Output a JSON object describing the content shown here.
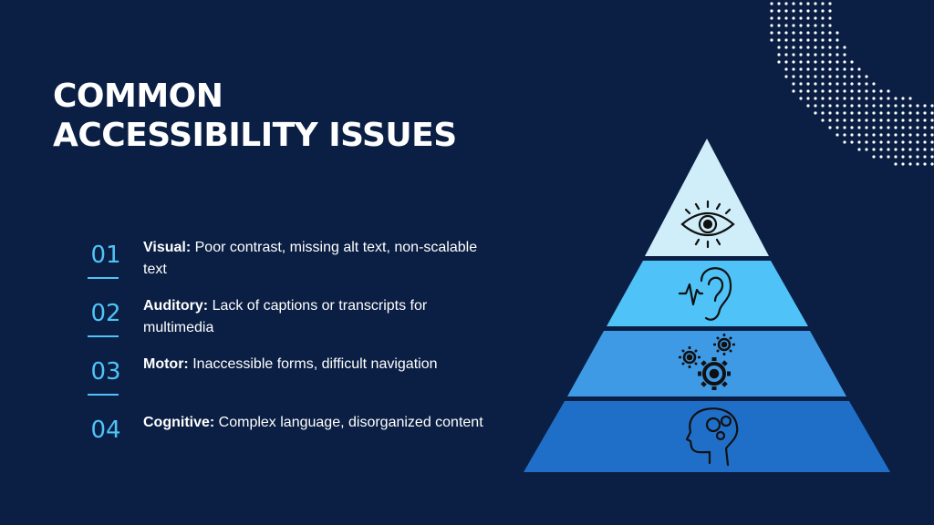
{
  "title": {
    "line1": "COMMON",
    "line2": "ACCESSIBILITY ISSUES"
  },
  "issues": [
    {
      "number": "01",
      "label": "Visual:",
      "text": "Poor contrast, missing alt text, non-scalable text",
      "icon": "eye-icon"
    },
    {
      "number": "02",
      "label": "Auditory:",
      "text": "Lack of captions or transcripts for multimedia",
      "icon": "ear-icon"
    },
    {
      "number": "03",
      "label": "Motor:",
      "text": "Inaccessible forms, difficult navigation",
      "icon": "gears-icon"
    },
    {
      "number": "04",
      "label": "Cognitive:",
      "text": "Complex language, disorganized content",
      "icon": "head-gears-icon"
    }
  ],
  "colors": {
    "background": "#0b1f44",
    "accent": "#4fc3f7",
    "pyramid_levels": [
      "#cfeef9",
      "#4fc3f7",
      "#3f9ae6",
      "#1f6fc9"
    ]
  }
}
